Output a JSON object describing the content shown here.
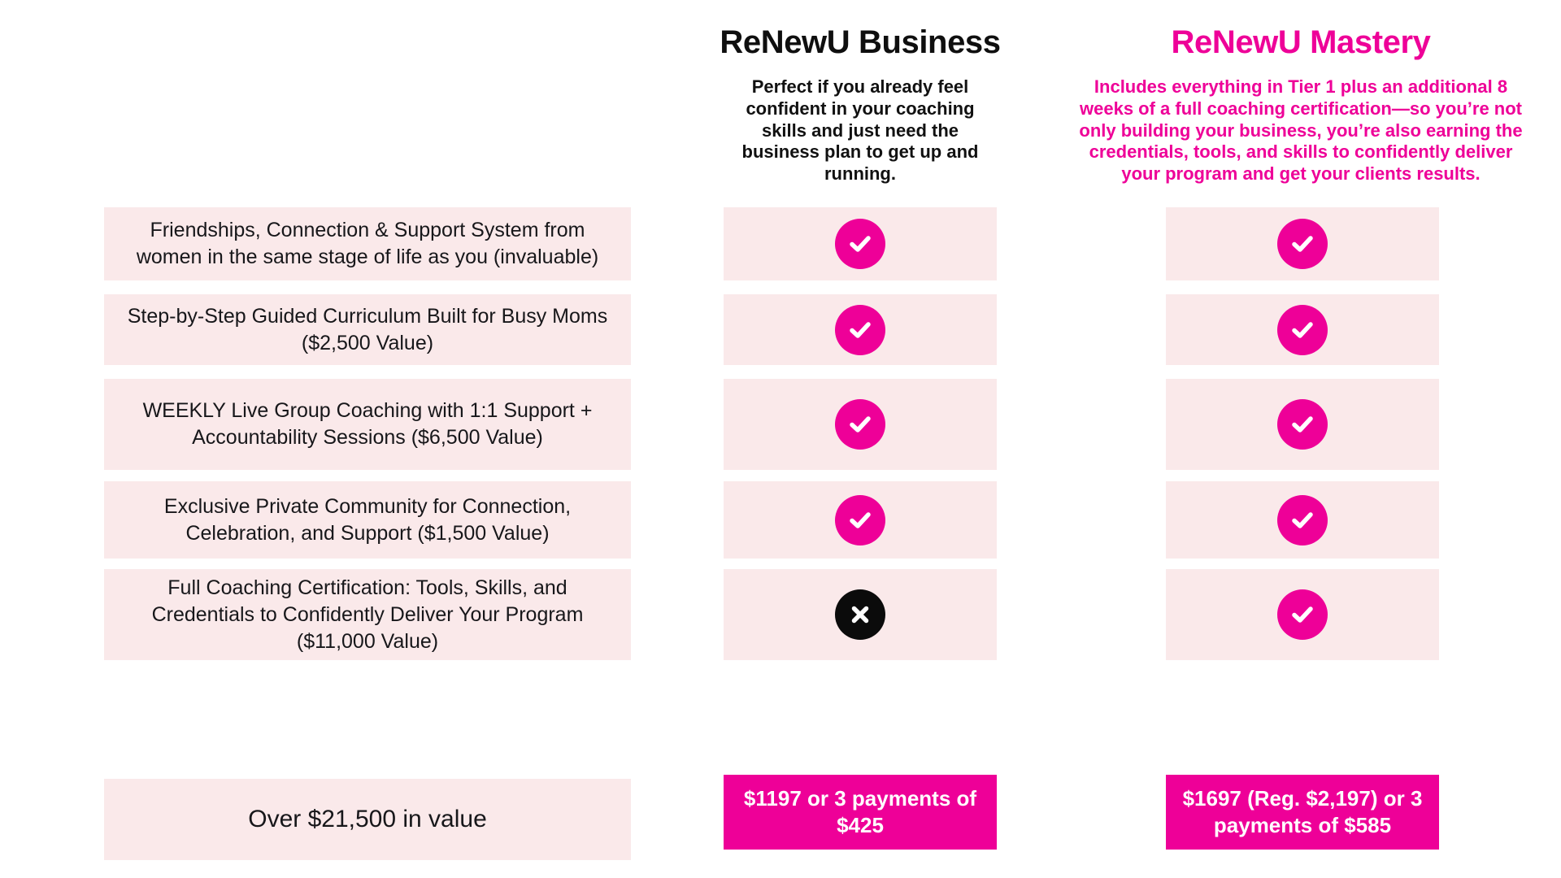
{
  "brand_colors": {
    "magenta": "#ee0098",
    "row_pink": "#fae9ea",
    "dark_text": "#17171a",
    "black_icon": "#0b0b0b",
    "white": "#ffffff"
  },
  "columns": {
    "tier1": {
      "title": "ReNewU Business",
      "description": "Perfect if you already feel confident in your coaching skills and just need the business plan to get up and running.",
      "price": "$1197 or 3 payments of $425"
    },
    "tier2": {
      "title": "ReNewU Mastery",
      "description": "Includes everything in Tier 1 plus an additional 8 weeks of a full coaching certification—so you’re not only building your business, you’re also earning the credentials, tools, and skills to confidently deliver your program and get your clients results.",
      "price": "$1697 (Reg. $2,197) or 3 payments of $585"
    }
  },
  "rows": [
    {
      "feature": "Friendships, Connection & Support System from women in the same stage of life as you (invaluable)",
      "tier1": "check",
      "tier2": "check",
      "tier1_icon_name": "check-circle-icon",
      "tier2_icon_name": "check-circle-icon"
    },
    {
      "feature": "Step-by-Step Guided Curriculum Built for Busy Moms ($2,500 Value)",
      "tier1": "check",
      "tier2": "check",
      "tier1_icon_name": "check-circle-icon",
      "tier2_icon_name": "check-circle-icon"
    },
    {
      "feature": "WEEKLY Live Group Coaching with 1:1 Support + Accountability Sessions ($6,500 Value)",
      "tier1": "check",
      "tier2": "check",
      "tier1_icon_name": "check-circle-icon",
      "tier2_icon_name": "check-circle-icon"
    },
    {
      "feature": "Exclusive Private Community for Connection, Celebration, and Support ($1,500 Value)",
      "tier1": "check",
      "tier2": "check",
      "tier1_icon_name": "check-circle-icon",
      "tier2_icon_name": "check-circle-icon"
    },
    {
      "feature": "Full Coaching Certification: Tools, Skills, and Credentials to Confidently Deliver Your Program ($11,000 Value)",
      "tier1": "cross",
      "tier2": "check",
      "tier1_icon_name": "x-circle-icon",
      "tier2_icon_name": "check-circle-icon"
    }
  ],
  "total_row": {
    "feature": "Over $21,500 in value"
  }
}
